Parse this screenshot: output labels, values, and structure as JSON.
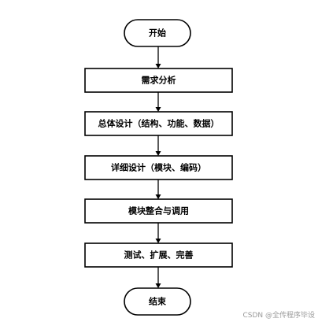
{
  "flowchart": {
    "nodes": [
      {
        "id": "start",
        "shape": "terminal",
        "label": "开始"
      },
      {
        "id": "requirements",
        "shape": "process",
        "label": "需求分析"
      },
      {
        "id": "overall-design",
        "shape": "process",
        "label": "总体设计（结构、功能、数据）"
      },
      {
        "id": "detailed-design",
        "shape": "process",
        "label": "详细设计（模块、编码）"
      },
      {
        "id": "integration",
        "shape": "process",
        "label": "模块整合与调用"
      },
      {
        "id": "testing",
        "shape": "process",
        "label": "测试、扩展、完善"
      },
      {
        "id": "end",
        "shape": "terminal",
        "label": "结束"
      }
    ],
    "edges": [
      {
        "from": "start",
        "to": "requirements"
      },
      {
        "from": "requirements",
        "to": "overall-design"
      },
      {
        "from": "overall-design",
        "to": "detailed-design"
      },
      {
        "from": "detailed-design",
        "to": "integration"
      },
      {
        "from": "integration",
        "to": "testing"
      },
      {
        "from": "testing",
        "to": "end"
      }
    ]
  },
  "watermark": "CSDN @全传程序毕设"
}
